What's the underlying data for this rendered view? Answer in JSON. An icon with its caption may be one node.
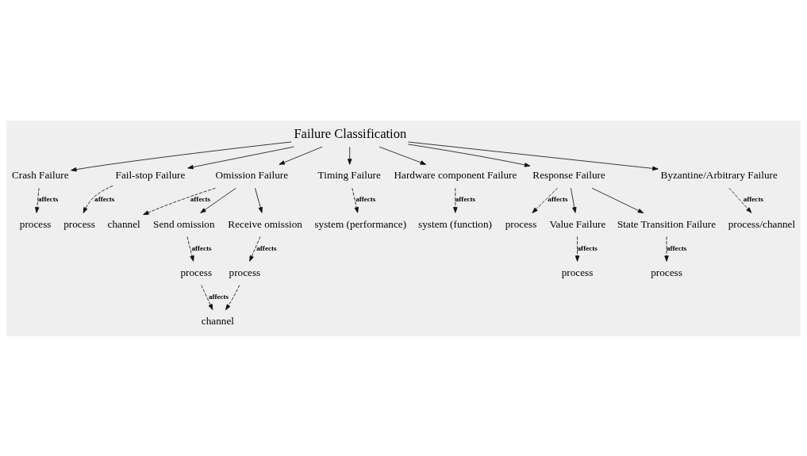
{
  "diagram": {
    "nodes": [
      {
        "text": [
          "Failure Classification"
        ]
      },
      {
        "text": [
          "Crash Failure"
        ]
      },
      {
        "text": [
          "Fail-stop Failure"
        ]
      },
      {
        "text": [
          "Omission Failure"
        ]
      },
      {
        "text": [
          "Timing Failure"
        ]
      },
      {
        "text": [
          "Hardware component Failure"
        ]
      },
      {
        "text": [
          "Response Failure"
        ]
      },
      {
        "text": [
          "Byzantine/Arbitrary Failure"
        ]
      },
      {
        "text": [
          "process"
        ]
      },
      {
        "text": [
          "process"
        ]
      },
      {
        "text": [
          "channel"
        ]
      },
      {
        "text": [
          "system (performance)"
        ]
      },
      {
        "text": [
          "system (function)"
        ]
      },
      {
        "text": [
          "process"
        ]
      },
      {
        "text": [
          "process/channel"
        ]
      },
      {
        "text": [
          "Send omission"
        ]
      },
      {
        "text": [
          "Receive omission"
        ]
      },
      {
        "text": [
          "Value Failure"
        ]
      },
      {
        "text": [
          "State Transition Failure"
        ]
      },
      {
        "text": [
          "process"
        ]
      },
      {
        "text": [
          "process"
        ]
      },
      {
        "text": [
          "process"
        ]
      },
      {
        "text": [
          "process"
        ]
      },
      {
        "text": [
          "channel"
        ]
      }
    ],
    "edges": [
      {
        "from": 0,
        "to": 1,
        "arrow": "to"
      },
      {
        "from": 0,
        "to": 2,
        "arrow": "to"
      },
      {
        "from": 0,
        "to": 3,
        "arrow": "to"
      },
      {
        "from": 0,
        "to": 4,
        "arrow": "to"
      },
      {
        "from": 0,
        "to": 5,
        "arrow": "to"
      },
      {
        "from": 0,
        "to": 6,
        "arrow": "to"
      },
      {
        "from": 0,
        "to": 7,
        "arrow": "to"
      },
      {
        "from": 1,
        "to": 8,
        "arrow": "to",
        "style": "dashed",
        "label": "affects"
      },
      {
        "from": 2,
        "to": 9,
        "arrow": "to",
        "style": "dashed",
        "label": "affects"
      },
      {
        "from": 3,
        "to": 15,
        "arrow": "to"
      },
      {
        "from": 3,
        "to": 10,
        "arrow": "to",
        "style": "dashed",
        "label": "affects"
      },
      {
        "from": 3,
        "to": 16,
        "arrow": "to"
      },
      {
        "from": 4,
        "to": 11,
        "arrow": "to",
        "style": "dashed",
        "label": "affects"
      },
      {
        "from": 5,
        "to": 12,
        "arrow": "to",
        "style": "dashed",
        "label": "affects"
      },
      {
        "from": 6,
        "to": 17,
        "arrow": "to"
      },
      {
        "from": 6,
        "to": 13,
        "arrow": "to",
        "style": "dashed",
        "label": "affects"
      },
      {
        "from": 6,
        "to": 18,
        "arrow": "to"
      },
      {
        "from": 7,
        "to": 14,
        "arrow": "to",
        "style": "dashed",
        "label": "affects"
      },
      {
        "from": 15,
        "to": 19,
        "arrow": "to",
        "style": "dashed",
        "label": "affects"
      },
      {
        "from": 16,
        "to": 20,
        "arrow": "to",
        "style": "dashed",
        "label": "affects"
      },
      {
        "from": 17,
        "to": 21,
        "arrow": "to",
        "style": "dashed",
        "label": "affects"
      },
      {
        "from": 18,
        "to": 22,
        "arrow": "to",
        "style": "dashed",
        "label": "affects"
      },
      {
        "from": 19,
        "to": 23,
        "arrow": "to",
        "style": "dashed",
        "label": "affects"
      },
      {
        "from": 20,
        "to": 23,
        "arrow": "to",
        "style": "dashed"
      }
    ]
  }
}
